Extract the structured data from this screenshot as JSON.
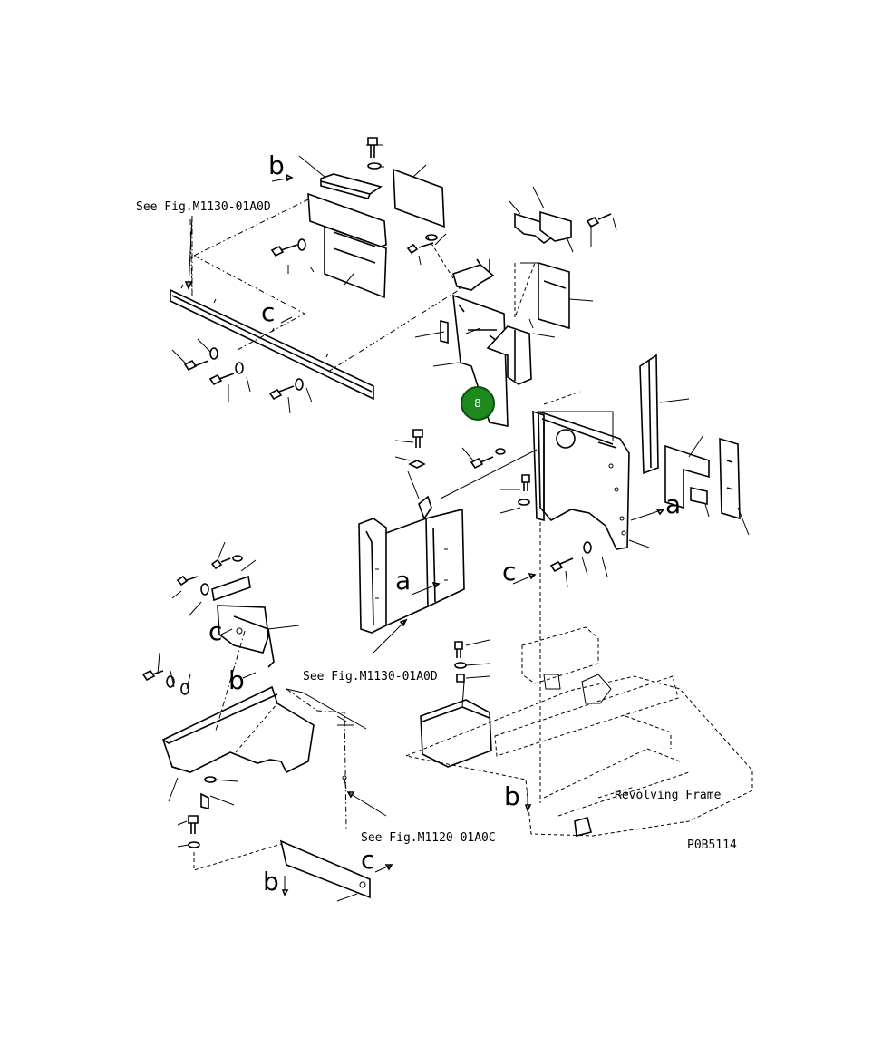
{
  "references": {
    "fig_top": "See Fig.M1130-01A0D",
    "fig_mid": "See Fig.M1130-01A0D",
    "fig_bottom": "See Fig.M1120-01A0C"
  },
  "frame_label": "Revolving Frame",
  "drawing_code": "P0B5114",
  "view_letters": {
    "b_top": "b",
    "c_top": "c",
    "a_right": "a",
    "a_mid": "a",
    "c_mid": "c",
    "c_left": "c",
    "b_left": "b",
    "b_frame": "b",
    "b_bottom": "b",
    "c_bottom": "c"
  },
  "callout": {
    "number": "8",
    "color": "#1e8a1e"
  }
}
